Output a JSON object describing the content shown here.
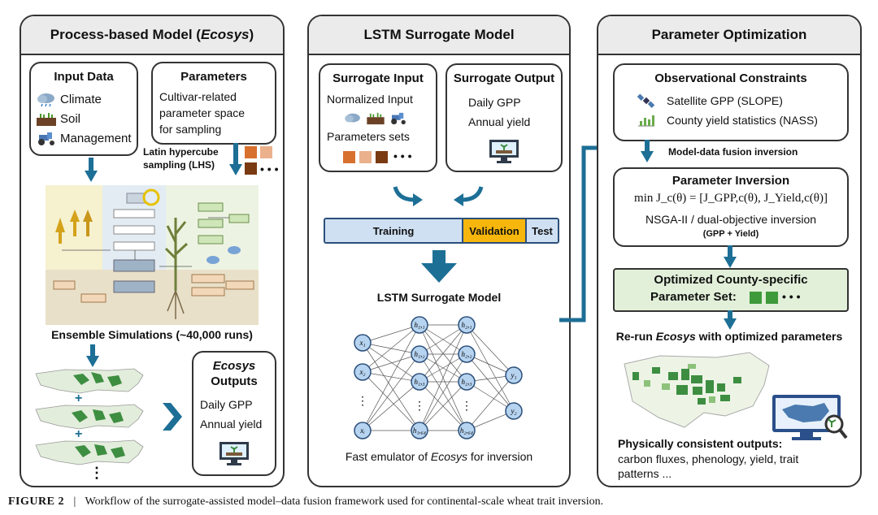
{
  "panel1": {
    "title_prefix": "Process-based Model (",
    "title_model": "Ecosys",
    "title_suffix": ")",
    "input_data": {
      "title": "Input Data",
      "items": [
        "Climate",
        "Soil",
        "Management"
      ]
    },
    "parameters": {
      "title": "Parameters",
      "desc_lines": [
        "Cultivar-related",
        "parameter space",
        "for sampling"
      ]
    },
    "lhs_label_lines": [
      "Latin hypercube",
      "sampling (LHS)"
    ],
    "lhs_dots": "• • •",
    "ensemble": "Ensemble Simulations (~40,000 runs)",
    "outputs": {
      "title_model": "Ecosys",
      "title_word": "Outputs",
      "items": [
        "Daily GPP",
        "Annual yield"
      ]
    },
    "plus": "+",
    "vdots": "⋮"
  },
  "panel2": {
    "title": "LSTM Surrogate Model",
    "surrogate_input": {
      "title": "Surrogate Input",
      "line1": "Normalized Input",
      "line2": "Parameters sets",
      "dots": "• • •"
    },
    "surrogate_output": {
      "title": "Surrogate Output",
      "items": [
        "Daily GPP",
        "Annual yield"
      ]
    },
    "split": {
      "training": "Training",
      "validation": "Validation",
      "test": "Test"
    },
    "network_title": "LSTM Surrogate Model",
    "caption_prefix": "Fast emulator of ",
    "caption_model": "Ecosys",
    "caption_suffix": " for inversion"
  },
  "panel3": {
    "title": "Parameter Optimization",
    "observational": {
      "title": "Observational Constraints",
      "items": [
        "Satellite GPP (SLOPE)",
        "County yield statistics (NASS)"
      ]
    },
    "fusion_label": "Model-data fusion inversion",
    "inversion": {
      "title": "Parameter Inversion",
      "equation": "min J_c(θ) = [J_GPP,c(θ), J_Yield,c(θ)]",
      "line1": "NSGA-II / dual-objective inversion",
      "line2": "(GPP + Yield)"
    },
    "optimized": {
      "line1": "Optimized County-specific",
      "line2": "Parameter Set:",
      "dots": "• • •"
    },
    "rerun_prefix": "Re-run ",
    "rerun_model": "Ecosys",
    "rerun_suffix": " with optimized parameters",
    "final": {
      "title": "Physically consistent  outputs:",
      "lines": [
        "carbon fluxes, phenology, yield, trait",
        "patterns ..."
      ]
    }
  },
  "figure_caption": {
    "label": "FIGURE 2",
    "sep": "|",
    "text": "Workflow of the surrogate-assisted model–data fusion framework used for continental-scale wheat trait inversion."
  },
  "colors": {
    "arrow": "#1d6f96",
    "training": "#cfe0f3",
    "validation": "#f6b60b",
    "test": "#cfe0f3",
    "param_dark": "#c65a1e",
    "param_mid": "#e9a57c",
    "param_light": "#8b3a1a",
    "optimized_bg": "#e2f0d9",
    "map_green": "#3e8e41",
    "bar_dark": "#6b2e0f"
  }
}
